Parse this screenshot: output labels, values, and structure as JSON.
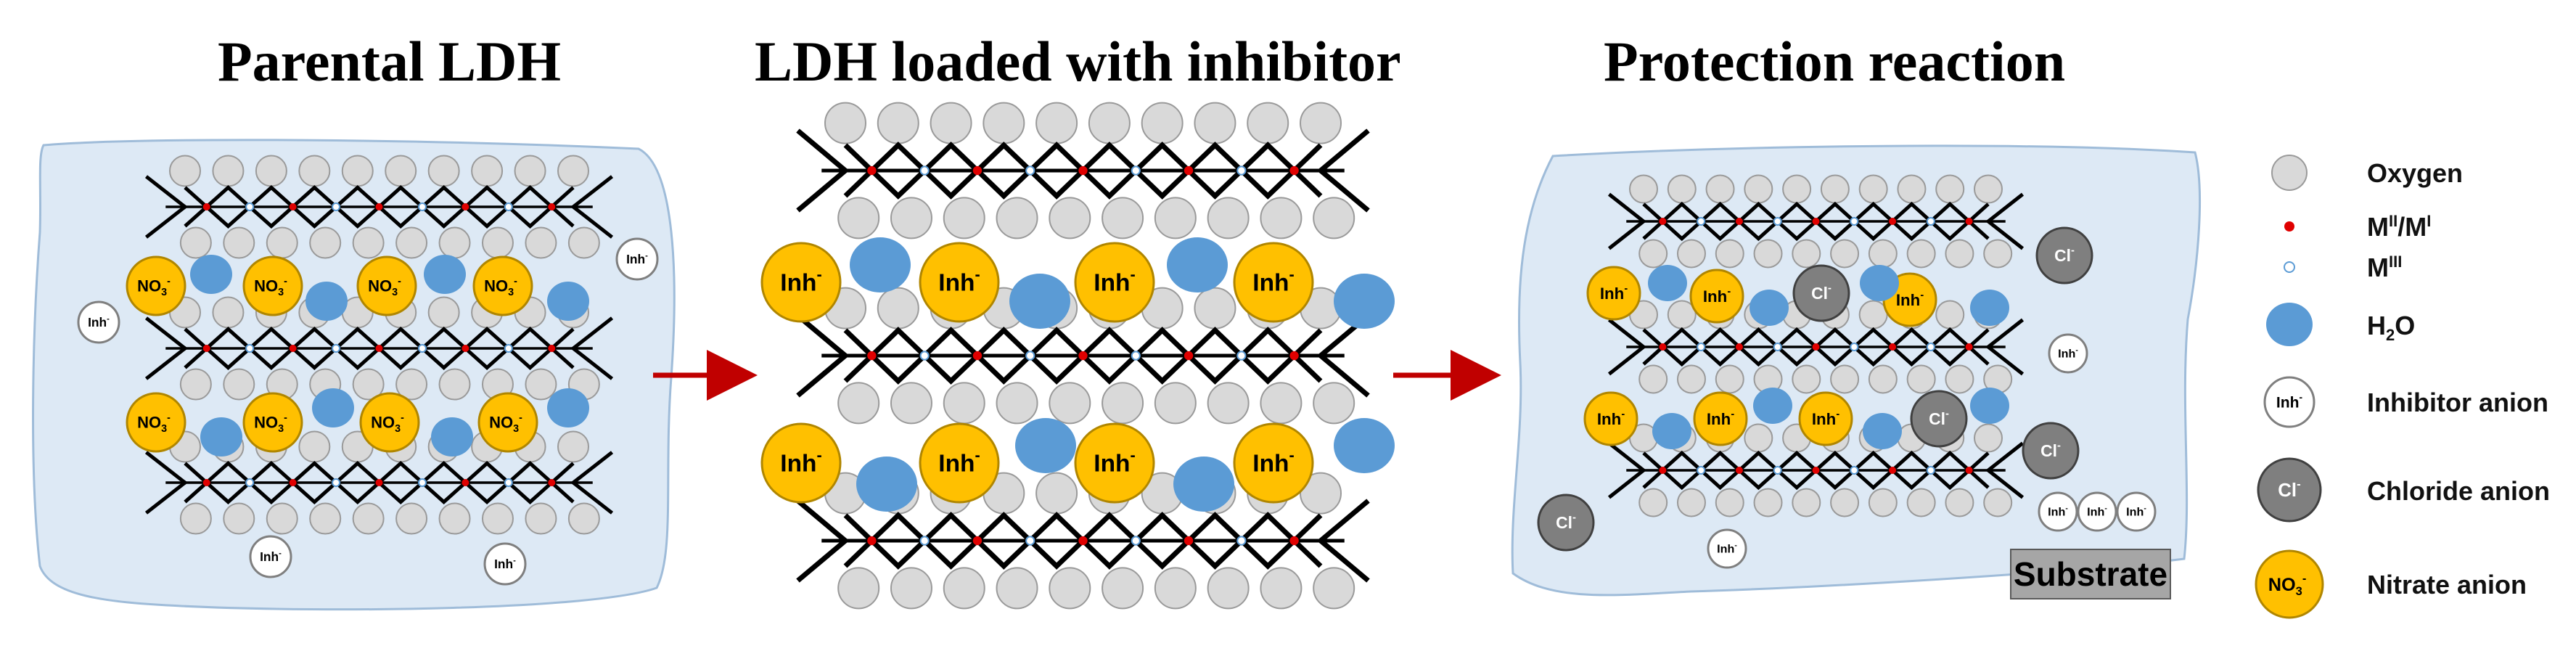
{
  "titles": {
    "parental": "Parental LDH",
    "loaded": "LDH loaded with inhibitor",
    "protection": "Protection reaction"
  },
  "species": {
    "inhibitor": "Inh",
    "inhibitor_charge": "-",
    "nitrate": "NO",
    "nitrate_sub": "3",
    "nitrate_charge": "-",
    "chloride": "Cl",
    "chloride_charge": "-"
  },
  "substrate_label": "Substrate",
  "legend": {
    "oxygen": "Oxygen",
    "m2_m1": {
      "m": "M",
      "sup1": "II",
      "slash": "/M",
      "sup2": "I"
    },
    "m3": {
      "m": "M",
      "sup": "III"
    },
    "h2o": {
      "h": "H",
      "sub": "2",
      "o": "O"
    },
    "inhibitor_anion": "Inhibitor anion",
    "chloride_anion": "Chloride anion",
    "nitrate_anion": "Nitrate anion"
  },
  "colors": {
    "solution_fill": "#dde9f5",
    "solution_stroke": "#9fbcd9",
    "oxygen": "#d9d9d9",
    "metal_divalent": "#e00000",
    "metal_trivalent": "#ffffff",
    "water": "#5b9bd5",
    "nitrate": "#ffc000",
    "chloride": "#7f7f7f",
    "arrow": "#c00000",
    "substrate": "#a6a6a6"
  }
}
